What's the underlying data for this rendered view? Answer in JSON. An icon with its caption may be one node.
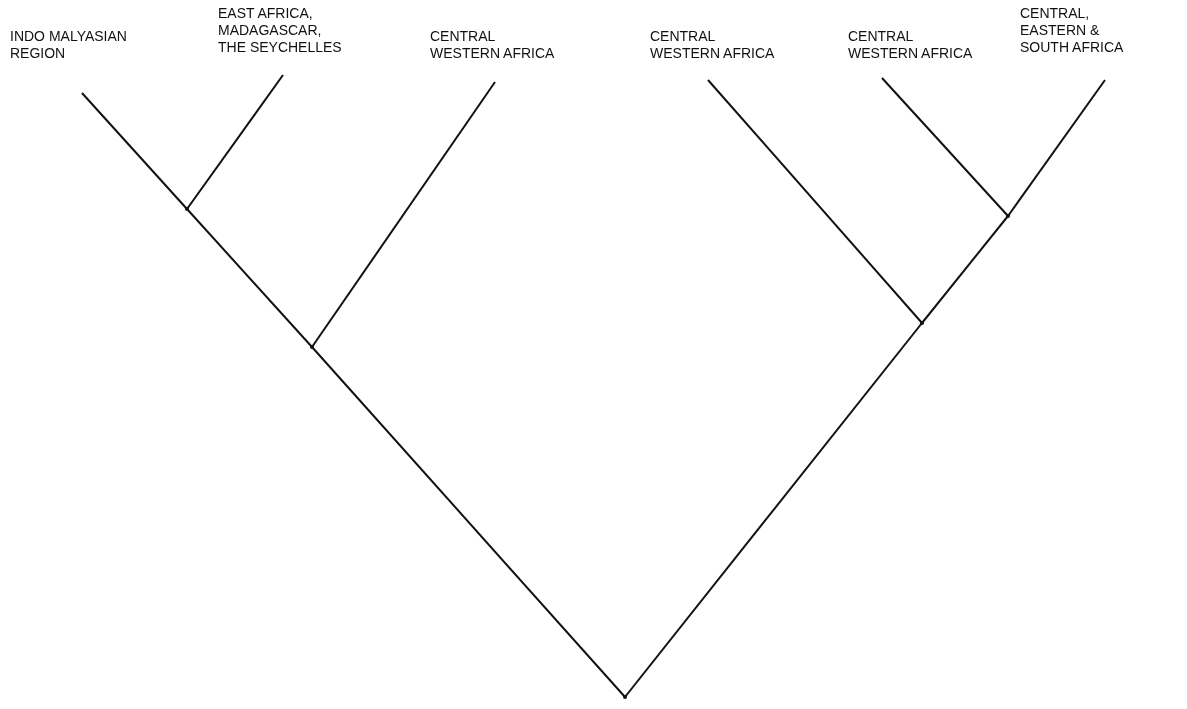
{
  "diagram": {
    "nodes": [
      {
        "text": [
          "INDO MALYASIAN REGION"
        ]
      },
      {
        "text": [
          "EAST AFRICA, MADAGASCAR, THE SEYCHELLES"
        ]
      },
      {
        "text": [
          "CENTRAL WESTERN AFRICA"
        ]
      },
      {
        "text": [
          "CENTRAL WESTERN AFRICA"
        ]
      },
      {
        "text": [
          "CENTRAL WESTERN AFRICA"
        ]
      },
      {
        "text": [
          "CENTRAL, EASTERN & SOUTH AFRICA"
        ]
      },
      {
        "text": [],
        "shape": "point"
      },
      {
        "text": [],
        "shape": "point"
      },
      {
        "text": [],
        "shape": "point"
      },
      {
        "text": [],
        "shape": "point"
      },
      {
        "text": [],
        "shape": "point"
      }
    ],
    "edges": [
      {
        "from": 6,
        "to": 7,
        "arrow": "none"
      },
      {
        "from": 7,
        "to": 8,
        "arrow": "none"
      },
      {
        "from": 8,
        "to": 0,
        "arrow": "none"
      },
      {
        "from": 8,
        "to": 1,
        "arrow": "none"
      },
      {
        "from": 7,
        "to": 2,
        "arrow": "none"
      },
      {
        "from": 6,
        "to": 9,
        "arrow": "none"
      },
      {
        "from": 9,
        "to": 3,
        "arrow": "none"
      },
      {
        "from": 9,
        "to": 10,
        "arrow": "none"
      },
      {
        "from": 10,
        "to": 4,
        "arrow": "none"
      },
      {
        "from": 10,
        "to": 5,
        "arrow": "none"
      }
    ]
  }
}
